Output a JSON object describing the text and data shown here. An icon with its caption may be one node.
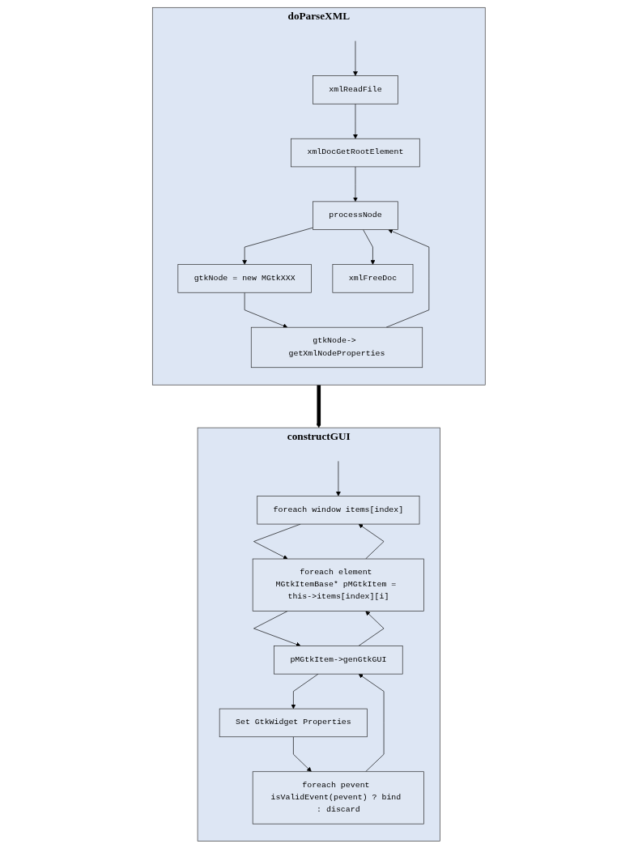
{
  "diagram": {
    "nodes": [
      {
        "text": [
          "doParseXML"
        ]
      },
      {
        "text": [
          "xmlReadFile"
        ],
        "in": 0
      },
      {
        "text": [
          "xmlDocGetRootElement"
        ],
        "in": 0
      },
      {
        "text": [
          "processNode"
        ],
        "in": 0
      },
      {
        "text": [
          "gtkNode = new MGtkXXX"
        ],
        "in": 0
      },
      {
        "text": [
          "gtkNode-> getXmlNodeProperties"
        ],
        "in": 0
      },
      {
        "text": [
          "xmlFreeDoc"
        ],
        "in": 0
      },
      {
        "text": [
          "constructGUI"
        ]
      },
      {
        "text": [
          "foreach window items[index]"
        ],
        "in": 7
      },
      {
        "text": [
          "foreach element MGtkItemBase* pMGtkItem = this->items[index][i]"
        ],
        "in": 7
      },
      {
        "text": [
          "pMGtkItem->genGtkGUI"
        ],
        "in": 7
      },
      {
        "text": [
          "Set GtkWidget Properties"
        ],
        "in": 7
      },
      {
        "text": [
          "foreach pevent isValidEvent(pevent) ? bind : discard"
        ],
        "in": 7
      }
    ],
    "edges": [
      {
        "from": null,
        "to": 1,
        "arrow": "to"
      },
      {
        "from": 1,
        "to": 2,
        "arrow": "to"
      },
      {
        "from": 2,
        "to": 3,
        "arrow": "to"
      },
      {
        "from": 3,
        "to": 4,
        "arrow": "to"
      },
      {
        "from": 4,
        "to": 5,
        "arrow": "to"
      },
      {
        "from": 5,
        "to": 3,
        "arrow": "to"
      },
      {
        "from": 3,
        "to": 6,
        "arrow": "to"
      },
      {
        "from": 0,
        "to": 7,
        "arrow": "to",
        "style": "thick"
      },
      {
        "from": null,
        "to": 8,
        "arrow": "to"
      },
      {
        "from": 8,
        "to": 9,
        "arrow": "to"
      },
      {
        "from": 9,
        "to": 8,
        "arrow": "to"
      },
      {
        "from": 9,
        "to": 10,
        "arrow": "to"
      },
      {
        "from": 10,
        "to": 11,
        "arrow": "to"
      },
      {
        "from": 11,
        "to": 12,
        "arrow": "to"
      },
      {
        "from": 12,
        "to": 10,
        "arrow": "to"
      },
      {
        "from": 10,
        "to": 9,
        "arrow": "to"
      }
    ]
  }
}
